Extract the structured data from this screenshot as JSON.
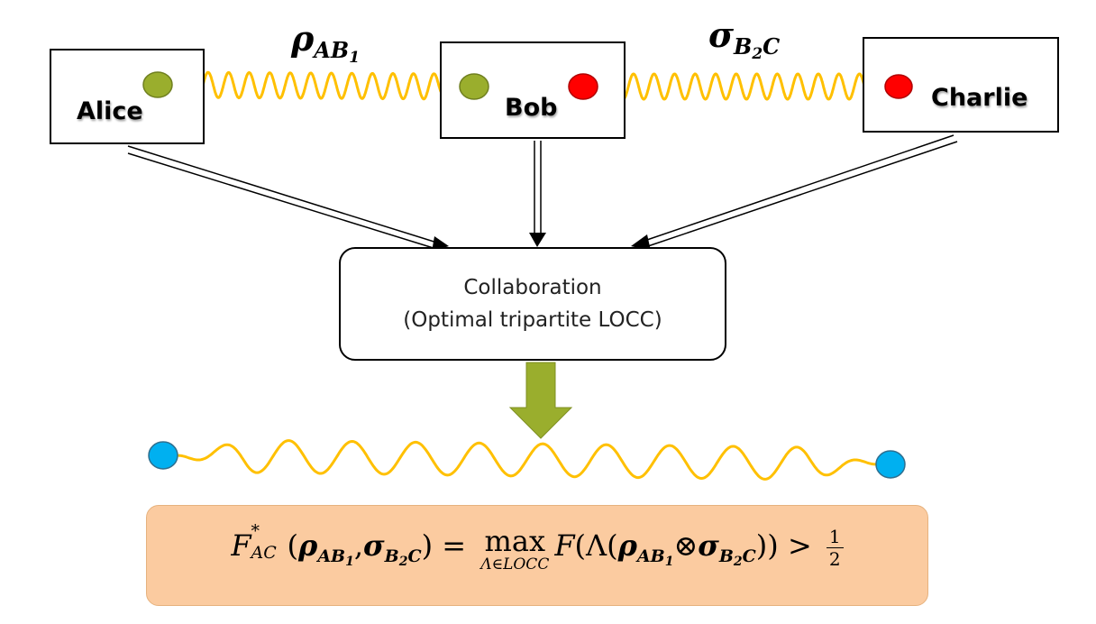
{
  "parties": {
    "alice": {
      "label": "Alice"
    },
    "bob": {
      "label": "Bob"
    },
    "charlie": {
      "label": "Charlie"
    }
  },
  "links": {
    "ab": {
      "symbol": "ρ",
      "sub": "AB",
      "subsub": "1"
    },
    "bc": {
      "symbol": "σ",
      "sub": "B",
      "subsub": "2",
      "sub2": "C"
    }
  },
  "collaboration": {
    "title": "Collaboration",
    "subtitle": "(Optimal tripartite LOCC)"
  },
  "formula": {
    "F": "F",
    "star": "*",
    "ac": "AC",
    "open": "(",
    "rho": "ρ",
    "rho_sub": "AB",
    "rho_subsub": "1",
    "comma": ",",
    "sigma": "σ",
    "sigma_sub": "B",
    "sigma_subsub": "2",
    "sigma_sub2": "C",
    "close": ")",
    "eq": " = ",
    "max": "max",
    "max_under": "Λ∈LOCC",
    "F2": "F",
    "lam_open": "(Λ(",
    "otimes": "⊗",
    "close2": ")) > ",
    "frac_num": "1",
    "frac_den": "2"
  },
  "colors": {
    "alice_bob_node": "#9aae2d",
    "bob_charlie_node": "#ff0000",
    "result_node": "#00b0f0",
    "wave": "#ffc000",
    "down_arrow": "#9aae2d",
    "formula_bg": "#fbcba0"
  }
}
